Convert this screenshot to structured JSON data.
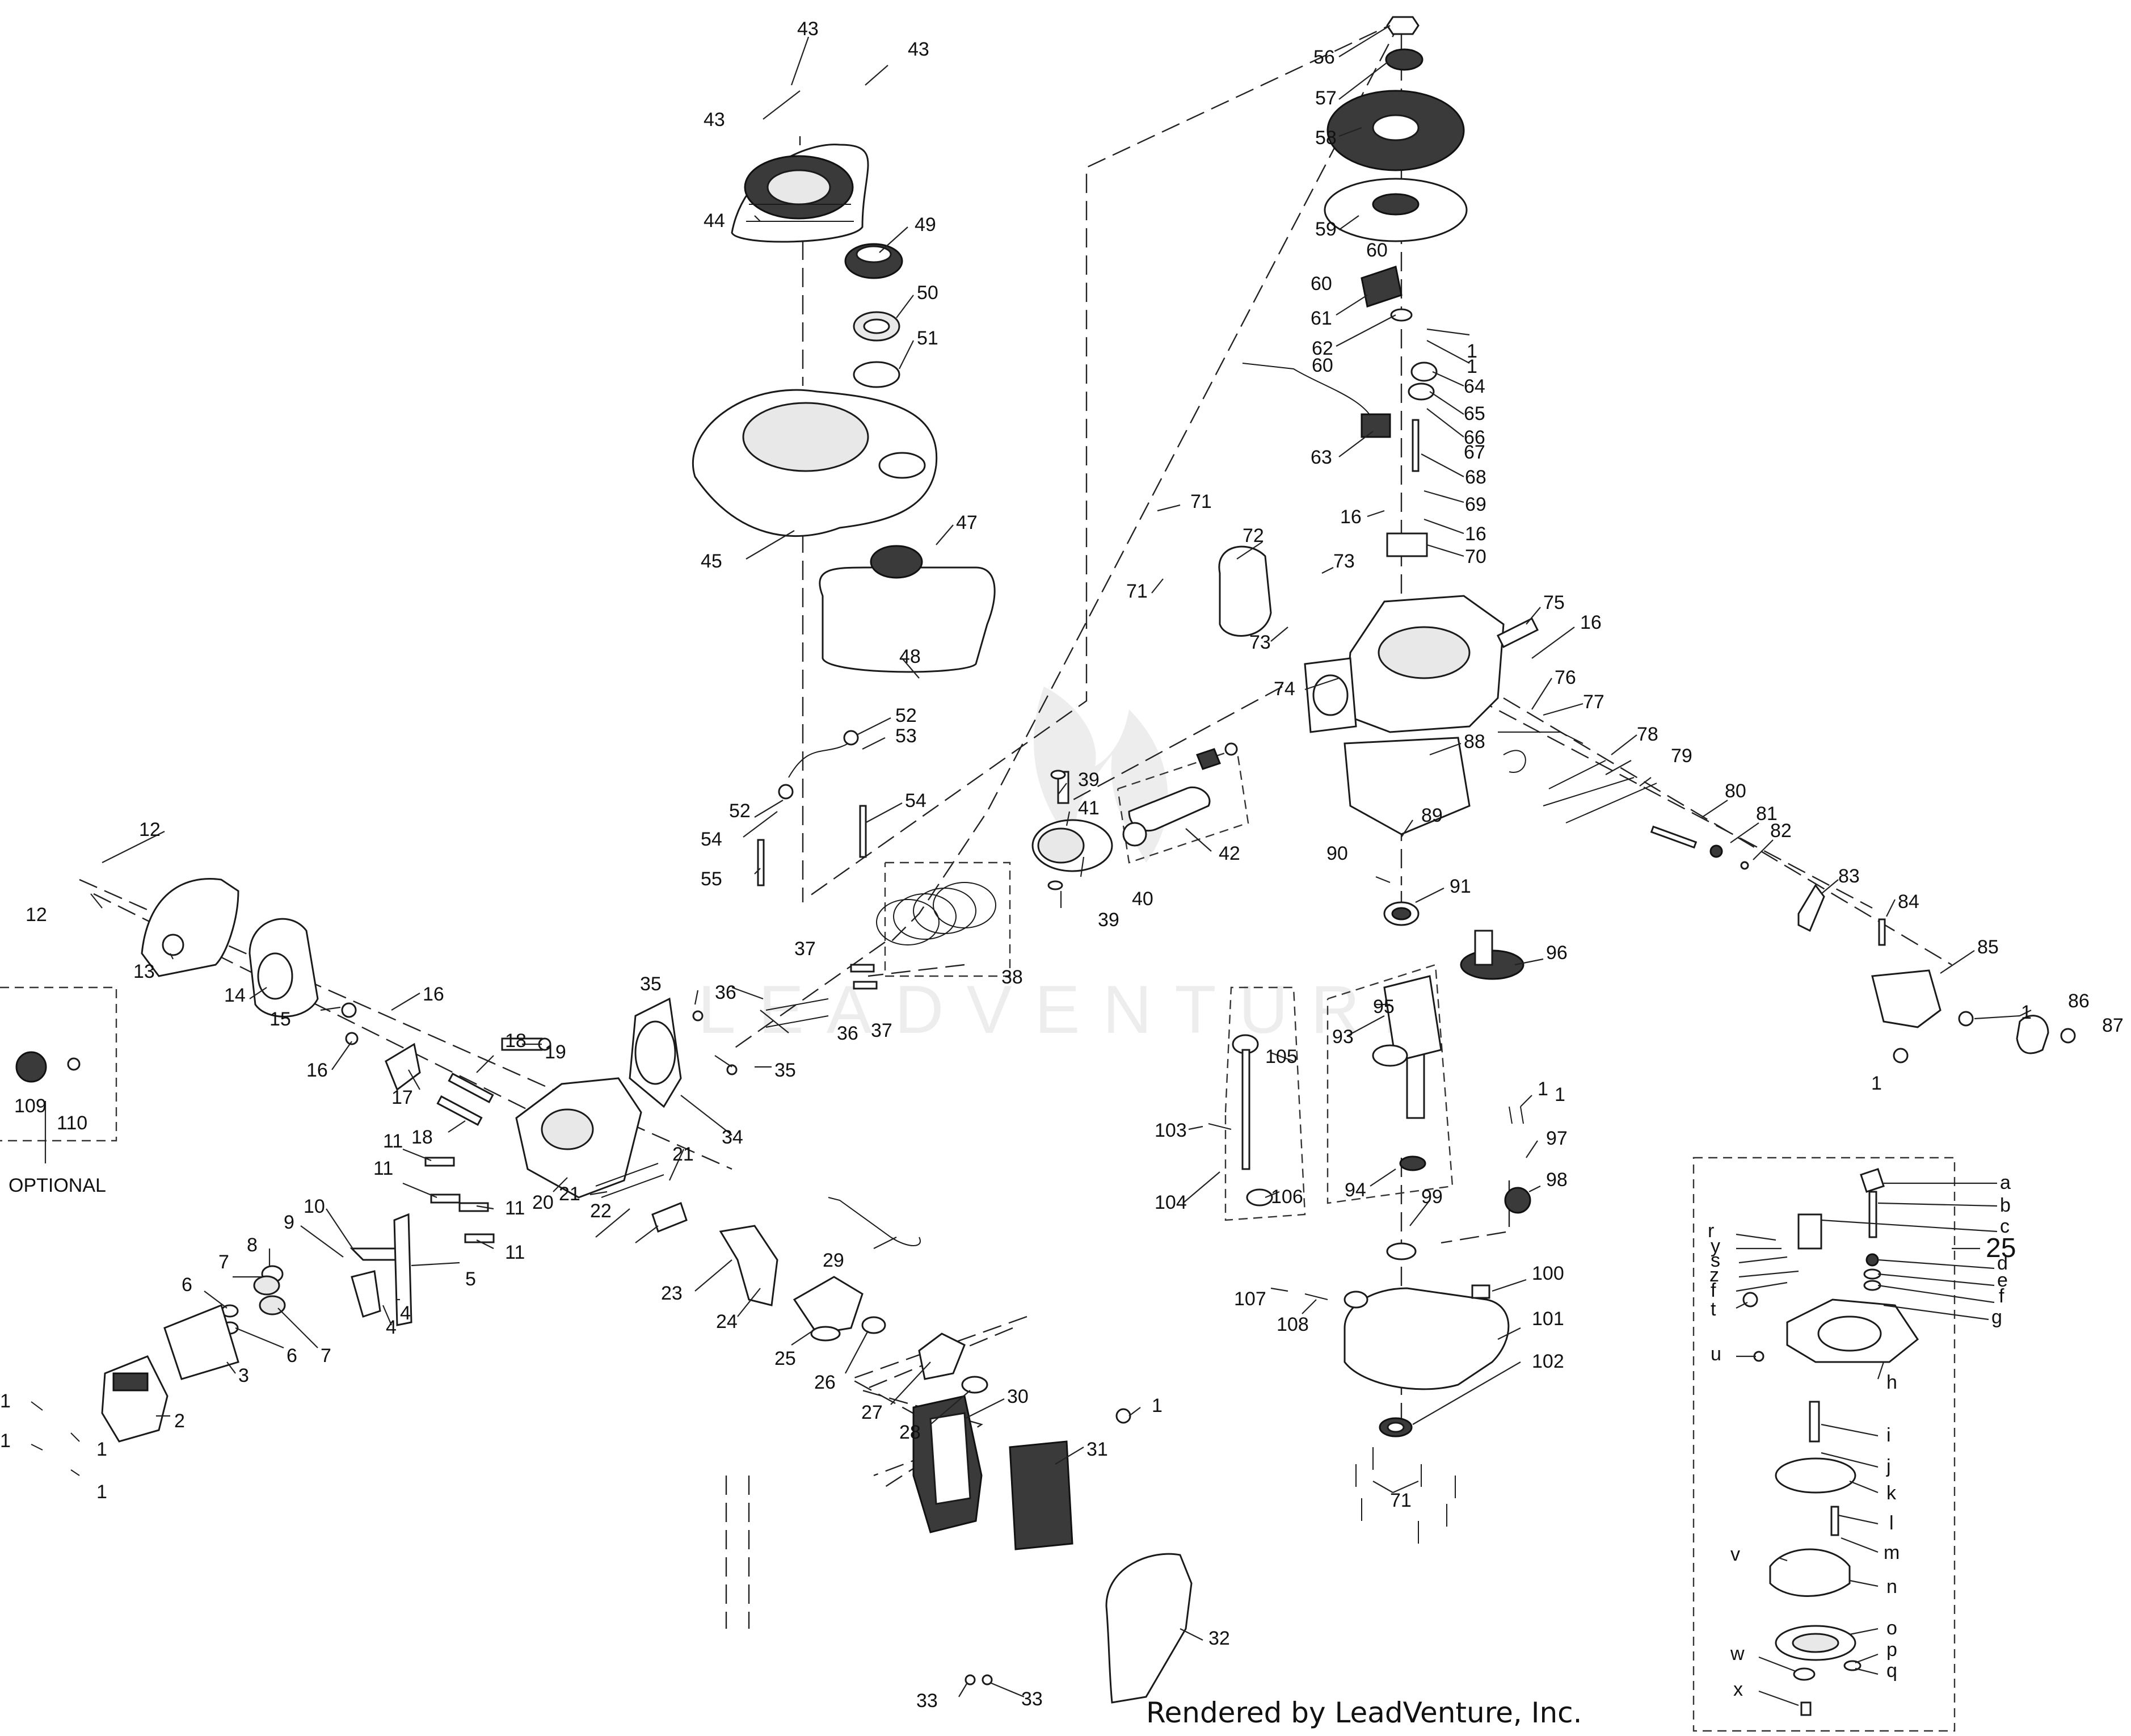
{
  "watermark": "LEADVENTURE",
  "credit": "Rendered by LeadVenture, Inc.",
  "optional_label": "OPTIONAL",
  "kit_label": "25",
  "callouts": {
    "c43a": "43",
    "c43b": "43",
    "c43c": "43",
    "c44": "44",
    "c49": "49",
    "c50": "50",
    "c51": "51",
    "c45": "45",
    "c47": "47",
    "c48": "48",
    "c52a": "52",
    "c53": "53",
    "c52b": "52",
    "c54a": "54",
    "c54b": "54",
    "c55": "55",
    "c56": "56",
    "c57": "57",
    "c58": "58",
    "c59": "59",
    "c60a": "60",
    "c60b": "60",
    "c61": "61",
    "c62": "62",
    "c60c": "60",
    "c1a": "1",
    "c1b": "1",
    "c64": "64",
    "c65": "65",
    "c66": "66",
    "c67": "67",
    "c63": "63",
    "c68": "68",
    "c69": "69",
    "c16a": "16",
    "c16b": "16",
    "c70": "70",
    "c71a": "71",
    "c72": "72",
    "c73a": "73",
    "c71b": "71",
    "c73b": "73",
    "c75": "75",
    "c16c": "16",
    "c74": "74",
    "c76": "76",
    "c77": "77",
    "c88": "88",
    "c78": "78",
    "c79": "79",
    "c80": "80",
    "c81": "81",
    "c82": "82",
    "c83": "83",
    "c84": "84",
    "c85": "85",
    "c1c": "1",
    "c86": "86",
    "c87": "87",
    "c1d": "1",
    "c39a": "39",
    "c41": "41",
    "c42": "42",
    "c40": "40",
    "c39b": "39",
    "c89": "89",
    "c90": "90",
    "c91": "91",
    "c96": "96",
    "c95": "95",
    "c93": "93",
    "c105": "105",
    "c103": "103",
    "c104": "104",
    "c106": "106",
    "c94": "94",
    "c1e": "1",
    "c1f": "1",
    "c97": "97",
    "c98": "98",
    "c99": "99",
    "c107": "107",
    "c108": "108",
    "c100": "100",
    "c101": "101",
    "c102": "102",
    "c71c": "71",
    "c12a": "12",
    "c12b": "12",
    "c13": "13",
    "c14": "14",
    "c15": "15",
    "c16d": "16",
    "c16e": "16",
    "c17": "17",
    "c18a": "18",
    "c19": "19",
    "c18b": "18",
    "c20": "20",
    "c109": "109",
    "c110": "110",
    "c37a": "37",
    "c37b": "37",
    "c38": "38",
    "c35a": "35",
    "c36a": "36",
    "c36b": "36",
    "c35b": "35",
    "c34": "34",
    "c21a": "21",
    "c21b": "21",
    "c22": "22",
    "c11a": "11",
    "c11b": "11",
    "c11c": "11",
    "c11d": "11",
    "c10": "10",
    "c9": "9",
    "c8": "8",
    "c5": "5",
    "c4a": "4",
    "c4b": "4",
    "c7a": "7",
    "c6a": "6",
    "c7b": "7",
    "c6b": "6",
    "c3": "3",
    "c2": "2",
    "c1g": "1",
    "c1h": "1",
    "c1i": "1",
    "c1j": "1",
    "c29": "29",
    "c23": "23",
    "c24": "24",
    "c25": "25",
    "c26": "26",
    "c27": "27",
    "c28": "28",
    "c30": "30",
    "c1k": "1",
    "c31": "31",
    "c32": "32",
    "c33a": "33",
    "c33b": "33",
    "ka": "a",
    "kb": "b",
    "kc": "c",
    "kd": "d",
    "ke": "e",
    "kf1": "f",
    "kg": "g",
    "kr": "r",
    "ky": "y",
    "ks": "s",
    "kz": "z",
    "kf2": "f",
    "kt": "t",
    "ku": "u",
    "kh": "h",
    "ki": "i",
    "kj": "j",
    "kk": "k",
    "kl": "l",
    "km": "m",
    "kv": "v",
    "kn": "n",
    "ko": "o",
    "kp": "p",
    "kq": "q",
    "kw": "w",
    "kx": "x"
  }
}
